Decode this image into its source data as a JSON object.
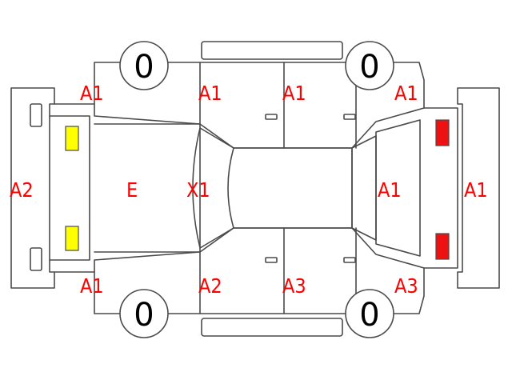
{
  "colors": {
    "damage_text": "#ff0000",
    "outline": "#4a4a4a",
    "indicator_yellow": "#ffff00",
    "indicator_red": "#ee1111"
  },
  "tires": {
    "front_left": "0",
    "rear_left": "0",
    "front_right": "0",
    "rear_right": "0"
  },
  "codes": {
    "front_fender_top": "A1",
    "front_door_top": "A1",
    "rear_door_top": "A1",
    "rear_quarter_top": "A1",
    "front_bumper": "A2",
    "hood": "E",
    "windshield": "X1",
    "trunk": "A1",
    "rear_bumper": "A1",
    "front_fender_bottom": "A1",
    "front_door_bottom": "A2",
    "rear_door_bottom": "A3",
    "rear_quarter_bottom": "A3"
  },
  "lights": {
    "front": "yellow",
    "rear": "red"
  }
}
